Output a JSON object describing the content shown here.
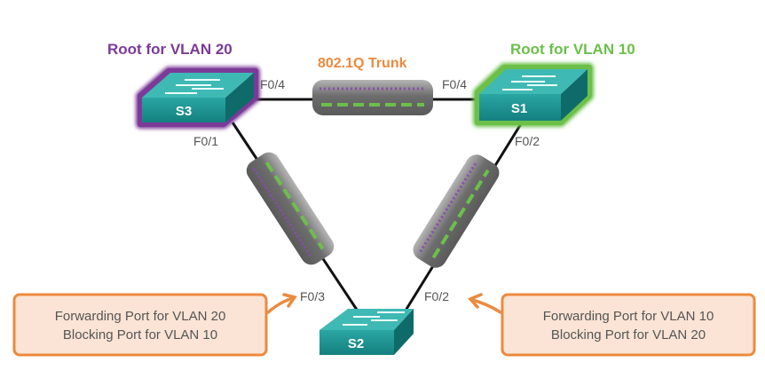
{
  "labels": {
    "root_vlan20": "Root for VLAN 20",
    "root_vlan10": "Root for VLAN 10",
    "trunk": "802.1Q Trunk"
  },
  "switches": {
    "s3": "S3",
    "s1": "S1",
    "s2": "S2"
  },
  "ports": {
    "s3_top": "F0/4",
    "s1_top": "F0/4",
    "s3_bottom": "F0/1",
    "s1_bottom": "F0/2",
    "s2_left": "F0/3",
    "s2_right": "F0/2"
  },
  "callouts": {
    "left": [
      "Forwarding Port for VLAN 20",
      "Blocking Port for VLAN 10"
    ],
    "right": [
      "Forwarding Port for VLAN 10",
      "Blocking Port for VLAN 20"
    ]
  },
  "colors": {
    "vlan20": "#7b3a98",
    "vlan10": "#6cc04a",
    "trunk": "#ec8a3e",
    "switch": "#1f9a98",
    "callout_fill": "#fbe4d5",
    "callout_border": "#ec8a3e"
  }
}
